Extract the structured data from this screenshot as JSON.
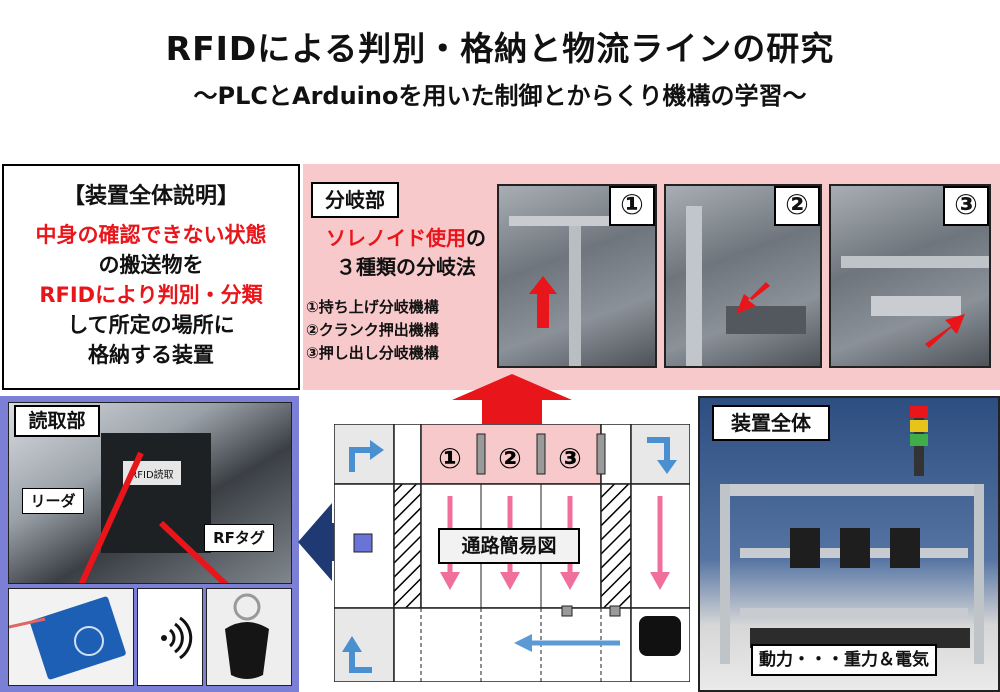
{
  "header": {
    "title": "RFIDによる判別・格納と物流ラインの研究",
    "subtitle": "～PLCとArduinoを用いた制御とからくり機構の学習～"
  },
  "overview": {
    "heading": "【装置全体説明】",
    "line1": "中身の確認できない状態",
    "line2": "の搬送物を",
    "line3": "RFIDにより判別・分類",
    "line4": "して所定の場所に",
    "line5": "格納する装置"
  },
  "branch": {
    "label": "分岐部",
    "desc_red": "ソレノイド使用",
    "desc_suffix": "の",
    "desc_line2": "３種類の分岐法",
    "methods": [
      "①持ち上げ分岐機構",
      "②クランク押出機構",
      "③押し出し分岐機構"
    ],
    "photo_badges": [
      "①",
      "②",
      "③"
    ]
  },
  "reader": {
    "label": "読取部",
    "reader_label": "リーダ",
    "tag_label": "RFタグ",
    "device_print": "RFID読取"
  },
  "diagram": {
    "label": "通路簡易図",
    "slot_numbers": [
      "①",
      "②",
      "③"
    ]
  },
  "device": {
    "label": "装置全体",
    "power_label": "動力・・・重力＆電気"
  },
  "colors": {
    "red": "#e8151b",
    "pink_panel": "#f8c9cb",
    "blue_panel": "#7c7fd6",
    "navy_arrow": "#1f3a73",
    "pink_arrow": "#f06f9d",
    "blue_arrow": "#5b9bd5"
  },
  "icons": [
    "up-arrow-icon",
    "left-arrow-icon",
    "wireless-signal-icon",
    "turn-arrow-icon"
  ]
}
